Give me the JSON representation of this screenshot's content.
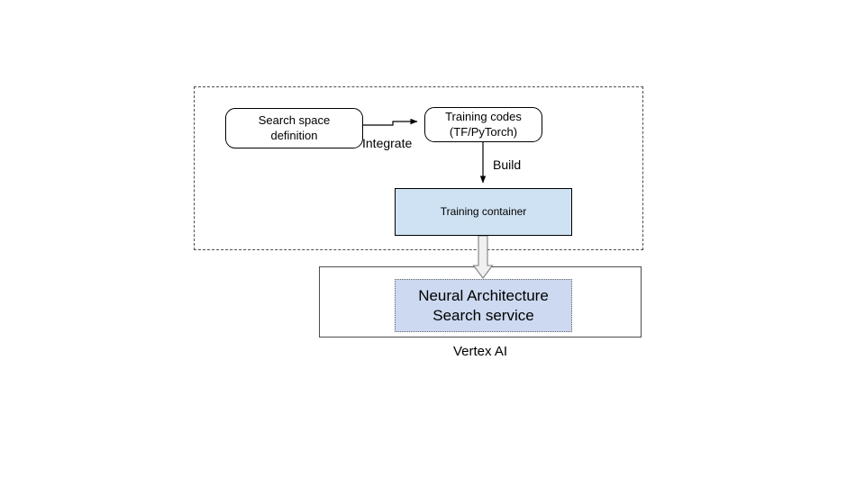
{
  "diagram": {
    "title_caption": "Vertex AI",
    "groups": [
      {
        "name": "build-group",
        "style": "dashed",
        "label": ""
      },
      {
        "name": "vertex-ai-box",
        "style": "solid",
        "label": "Vertex AI"
      }
    ],
    "nodes": {
      "search_space": {
        "label": "Search space\ndefinition",
        "shape": "rounded-rectangle",
        "fill": "#ffffff",
        "stroke": "#000000"
      },
      "training_codes": {
        "label": "Training codes\n(TF/PyTorch)",
        "shape": "rounded-rectangle",
        "fill": "#ffffff",
        "stroke": "#000000"
      },
      "training_container": {
        "label": "Training container",
        "shape": "rectangle",
        "fill": "#cfe2f3",
        "stroke": "#000000"
      },
      "nas_service": {
        "label": "Neural Architecture\nSearch service",
        "shape": "rectangle-dotted",
        "fill": "#ccd9f0",
        "stroke": "#666666"
      }
    },
    "edges": [
      {
        "name": "integrate-edge",
        "from": "search_space",
        "to": "training_codes",
        "label": "Integrate",
        "style": "thin-arrow"
      },
      {
        "name": "build-edge",
        "from": "training_codes",
        "to": "training_container",
        "label": "Build",
        "style": "thin-arrow"
      },
      {
        "name": "deploy-edge",
        "from": "training_container",
        "to": "nas_service",
        "label": "",
        "style": "block-arrow"
      }
    ],
    "colors": {
      "background": "#ffffff",
      "container_fill": "#cfe2f3",
      "service_fill": "#ccd9f0",
      "group_stroke": "#4d4d4d",
      "line": "#000000",
      "block_arrow_fill": "#f0f0f0",
      "block_arrow_stroke": "#808080"
    }
  }
}
